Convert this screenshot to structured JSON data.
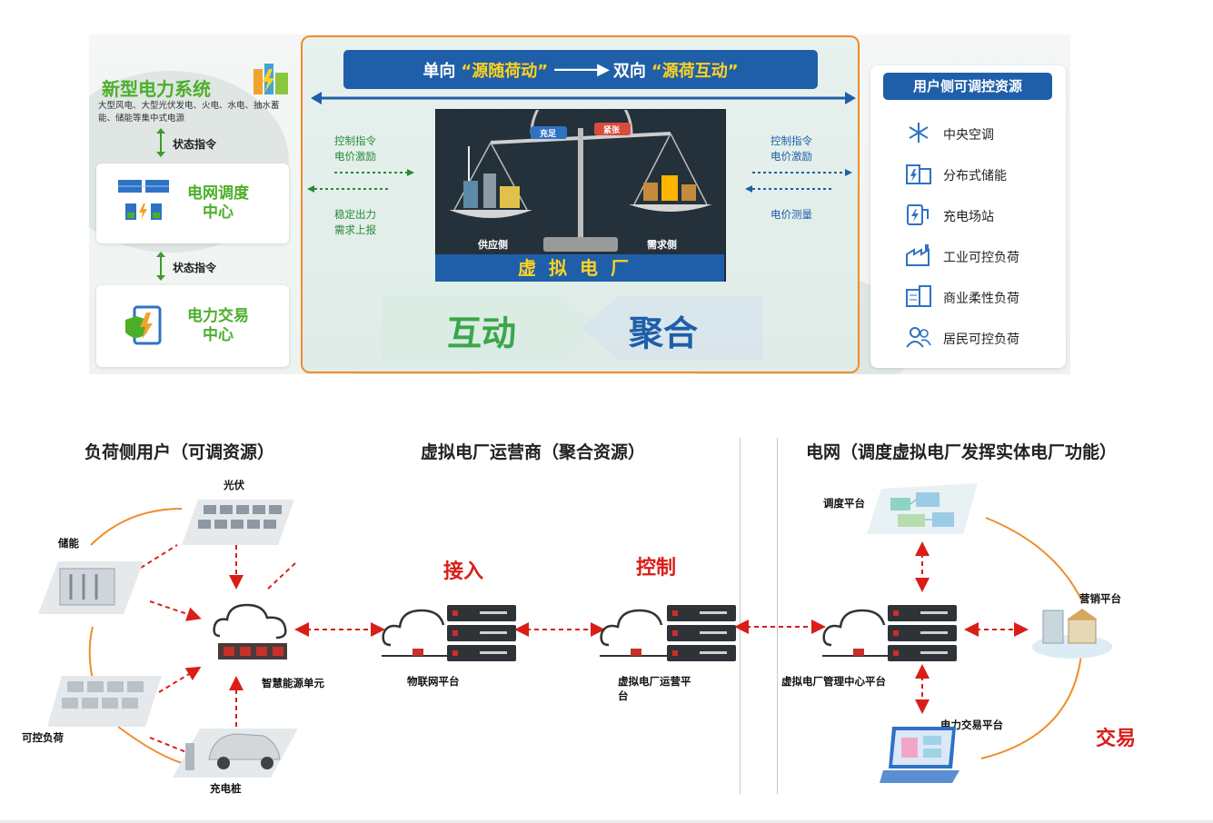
{
  "top": {
    "left": {
      "new_system_title": "新型电力系统",
      "new_system_desc": "大型风电、大型光伏发电、火电、水电、抽水蓄能、储能等集中式电源",
      "state_cmd_1": "状态指令",
      "state_cmd_2": "状态指令",
      "dispatch_center": "电网调度\n中心",
      "trading_center": "电力交易\n中心"
    },
    "banner": {
      "from_prefix": "单向",
      "from_highlight": "“源随荷动”",
      "to_prefix": "双向",
      "to_highlight": "“源荷互动”"
    },
    "left_flow": {
      "top": "控制指令\n电价激励",
      "bottom": "稳定出力\n需求上报"
    },
    "right_flow": {
      "top": "控制指令\n电价激励",
      "bottom": "电价测量"
    },
    "scale": {
      "supply_side": "供应侧",
      "demand_side": "需求侧",
      "balance_left": "充足",
      "balance_right": "紧张",
      "vpp_label": "虚拟电厂"
    },
    "big_words": {
      "interact": "互动",
      "aggregate": "聚合"
    },
    "resources": {
      "title": "用户侧可调控资源",
      "items": [
        {
          "label": "中央空调",
          "icon": "snowflake-icon"
        },
        {
          "label": "分布式储能",
          "icon": "battery-storage-icon"
        },
        {
          "label": "充电场站",
          "icon": "charging-station-icon"
        },
        {
          "label": "工业可控负荷",
          "icon": "factory-icon"
        },
        {
          "label": "商业柔性负荷",
          "icon": "building-icon"
        },
        {
          "label": "居民可控负荷",
          "icon": "people-icon"
        }
      ]
    }
  },
  "bottom": {
    "sections": {
      "load_side": "负荷侧用户（可调资源）",
      "operator": "虚拟电厂运营商（聚合资源）",
      "grid": "电网（调度虚拟电厂发挥实体电厂功能）"
    },
    "nodes": {
      "pv": "光伏",
      "storage": "储能",
      "controllable_load": "可控负荷",
      "charging_pile": "充电桩",
      "smart_unit": "智慧能源单元",
      "iot_platform": "物联网平台",
      "vpp_operation": "虚拟电厂运营平\n台",
      "vpp_management": "虚拟电厂管理中心平台",
      "dispatch_platform": "调度平台",
      "marketing_platform": "营销平台",
      "trading_platform": "电力交易平台"
    },
    "stages": {
      "access": "接入",
      "control": "控制",
      "trade": "交易"
    }
  }
}
